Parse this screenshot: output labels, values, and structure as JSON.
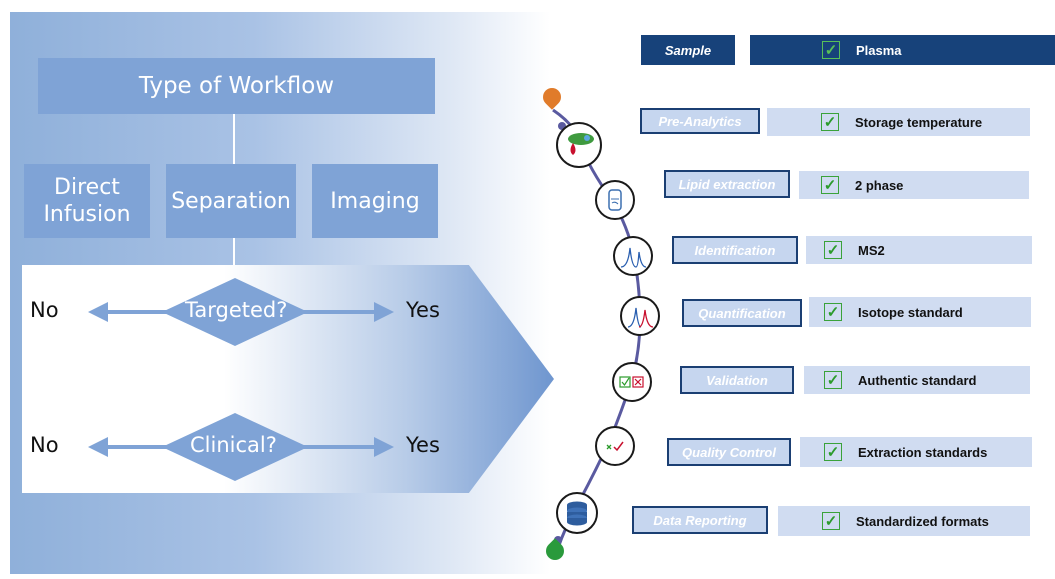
{
  "workflow": {
    "title": "Type of Workflow",
    "options": {
      "direct": "Direct\nInfusion",
      "separation": "Separation",
      "imaging": "Imaging"
    },
    "decisions": [
      {
        "question": "Targeted?",
        "no": "No",
        "yes": "Yes"
      },
      {
        "question": "Clinical?",
        "no": "No",
        "yes": "Yes"
      }
    ]
  },
  "pipeline": {
    "sample": {
      "label": "Sample",
      "value": "Plasma"
    },
    "stages": [
      {
        "label": "Pre-Analytics",
        "value": "Storage temperature"
      },
      {
        "label": "Lipid extraction",
        "value": "2 phase"
      },
      {
        "label": "Identification",
        "value": "MS2"
      },
      {
        "label": "Quantification",
        "value": "Isotope standard"
      },
      {
        "label": "Validation",
        "value": "Authentic standard"
      },
      {
        "label": "Quality Control",
        "value": "Extraction standards"
      },
      {
        "label": "Data Reporting",
        "value": "Standardized formats"
      }
    ],
    "check_icon": "checkbox-check-icon",
    "colors": {
      "workflow_box": "#7fa3d6",
      "stage_border": "#1b3f73",
      "sample_bar": "#17427a",
      "value_bar": "#d0dcf1",
      "check": "#2c9b2c",
      "start_drop": "#e07b2a",
      "end_drop": "#2a9a3c"
    },
    "node_icons": [
      "blood-sample-icon",
      "extraction-vial-icon",
      "ms-spectrum-icon",
      "quantification-peaks-icon",
      "validation-checkbox-icon",
      "quality-control-icon",
      "database-icon"
    ]
  }
}
